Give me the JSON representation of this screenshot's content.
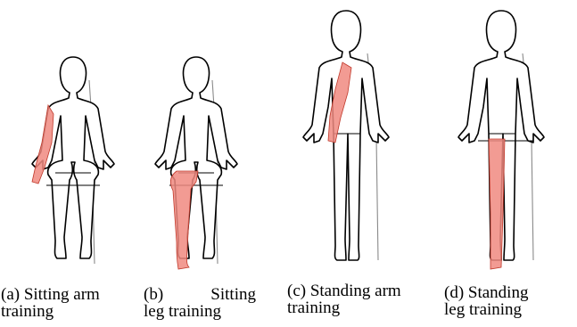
{
  "figure": {
    "highlight_color": "#f08a80",
    "panels": [
      {
        "id": "a",
        "caption_line1": "(a) Sitting arm",
        "caption_line2": "training"
      },
      {
        "id": "b",
        "caption_line1": "(b)      Sitting",
        "caption_line2": "leg training"
      },
      {
        "id": "c",
        "caption_line1": "(c) Standing arm",
        "caption_line2": "training"
      },
      {
        "id": "d",
        "caption_line1": "(d)   Standing",
        "caption_line2": "leg training"
      }
    ]
  }
}
